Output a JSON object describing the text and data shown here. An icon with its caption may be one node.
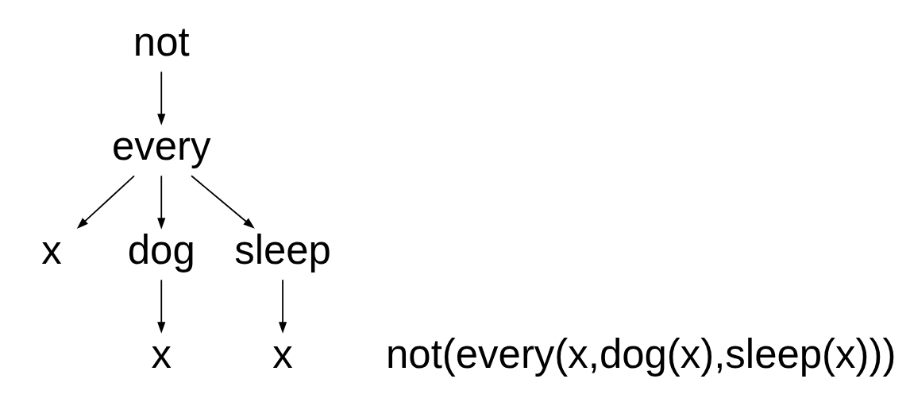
{
  "diagram": {
    "nodes": [
      {
        "text": [
          "not"
        ]
      },
      {
        "text": [
          "every"
        ]
      },
      {
        "text": [
          "x"
        ]
      },
      {
        "text": [
          "dog"
        ]
      },
      {
        "text": [
          "sleep"
        ]
      },
      {
        "text": [
          "x"
        ]
      },
      {
        "text": [
          "x"
        ]
      }
    ],
    "edges": [
      {
        "from": 0,
        "to": 1,
        "arrow": "to"
      },
      {
        "from": 1,
        "to": 2,
        "arrow": "to"
      },
      {
        "from": 1,
        "to": 3,
        "arrow": "to"
      },
      {
        "from": 1,
        "to": 4,
        "arrow": "to"
      },
      {
        "from": 3,
        "to": 5,
        "arrow": "to"
      },
      {
        "from": 4,
        "to": 6,
        "arrow": "to"
      }
    ],
    "labels": [
      "not(every(x,dog(x),sleep(x)))"
    ]
  }
}
